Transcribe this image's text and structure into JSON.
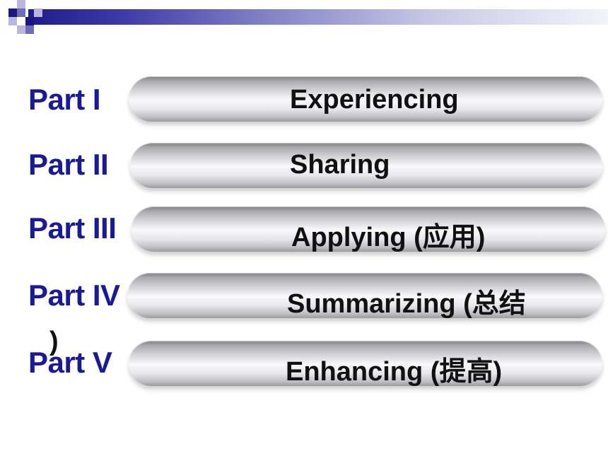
{
  "slide": {
    "rows": [
      {
        "part": "Part I",
        "title": "Experiencing"
      },
      {
        "part": "Part II",
        "title": "Sharing"
      },
      {
        "part": "Part III",
        "title": "Applying (应用)"
      },
      {
        "part": "Part IV",
        "title": "Summarizing (总结"
      },
      {
        "part": "Part V",
        "title": "Enhancing (提高)"
      }
    ],
    "stray_text": ")"
  },
  "colors": {
    "part_label": "#1a1a96",
    "title_text": "#111111",
    "band_dark": "#1a1880"
  }
}
